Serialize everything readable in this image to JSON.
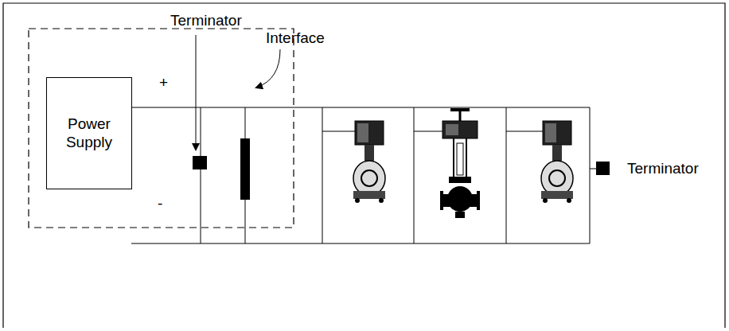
{
  "diagram": {
    "nodes": [
      {
        "text": [
          "Power Supply"
        ]
      }
    ],
    "labels": [
      "Terminator",
      "Interface",
      "Terminator",
      "+",
      "-"
    ]
  }
}
